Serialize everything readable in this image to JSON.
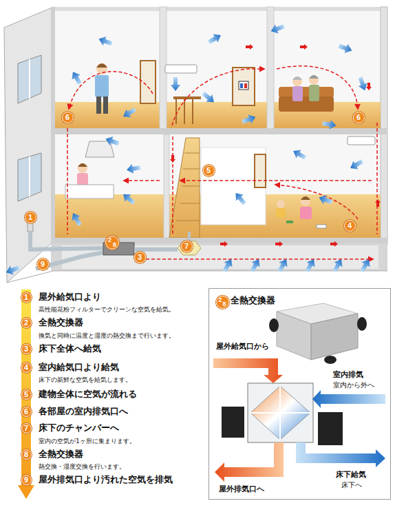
{
  "diagram": {
    "nodes": [
      {
        "text": [
          "6"
        ]
      },
      {
        "text": [
          "6"
        ]
      },
      {
        "text": [
          "5"
        ]
      },
      {
        "text": [
          "1"
        ]
      },
      {
        "text": [
          "4"
        ]
      },
      {
        "text": [
          "2",
          "8"
        ]
      },
      {
        "text": [
          "7"
        ]
      },
      {
        "text": [
          "3"
        ]
      },
      {
        "text": [
          "9"
        ]
      },
      {
        "text": [
          "1"
        ]
      },
      {
        "text": [
          "2"
        ]
      },
      {
        "text": [
          "3"
        ]
      },
      {
        "text": [
          "4"
        ]
      },
      {
        "text": [
          "5"
        ]
      },
      {
        "text": [
          "6"
        ]
      },
      {
        "text": [
          "7"
        ]
      },
      {
        "text": [
          "8"
        ]
      },
      {
        "text": [
          "9"
        ]
      },
      {
        "text": [
          "全熱交換器"
        ]
      },
      {
        "text": [
          "2",
          "8"
        ],
        "in": 18
      }
    ],
    "labels": [
      "屋外給気口より",
      "高性能花粉フィルターでクリーンな空気を給気。",
      "全熱交換器",
      "換気と同時に温度と湿度の熱交換まで行います。",
      "床下全体へ給気",
      "室内給気口より給気",
      "床下の新鮮な空気を給気します。",
      "建物全体に空気が流れる",
      "各部屋の室内排気口へ",
      "床下のチャンバーへ",
      "室内の空気が1ヶ所に集まります。",
      "全熱交換器",
      "熱交換・湿度交換を行います。",
      "屋外排気口より汚れた空気を排気",
      "屋外給気口から",
      "室内排気",
      "室内から外へ",
      "床下給気",
      "床下へ",
      "屋外排気口へ"
    ]
  }
}
